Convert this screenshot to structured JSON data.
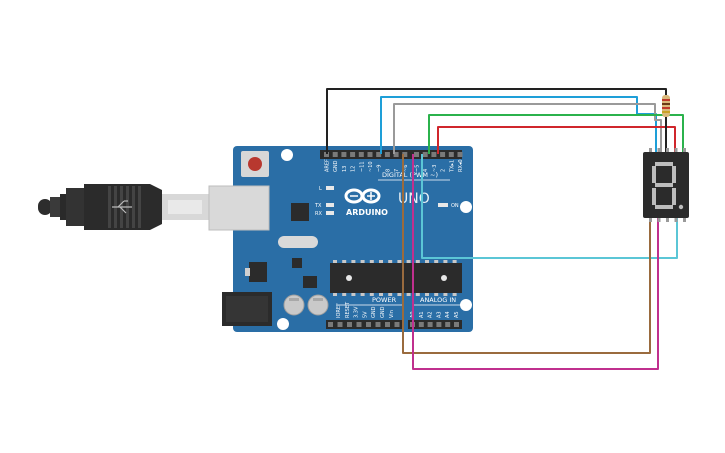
{
  "board": {
    "brand": "ARDUINO",
    "model": "UNO",
    "digital_header": "DIGITAL (PWM ~)",
    "power_header": "POWER",
    "analog_header": "ANALOG IN",
    "on_led_label": "ON",
    "tx_label": "TX",
    "rx_label": "RX",
    "l_label": "L",
    "digital_pins": [
      "AREF",
      "GND",
      "13",
      "12",
      "~11",
      "~10",
      "~9",
      "8",
      "7",
      "~6",
      "~5",
      "4",
      "~3",
      "2",
      "TX▸1",
      "RX◂0"
    ],
    "power_pins": [
      "IOREF",
      "RESET",
      "3.3V",
      "5V",
      "GND",
      "GND",
      "Vin"
    ],
    "analog_pins": [
      "A0",
      "A1",
      "A2",
      "A3",
      "A4",
      "A5"
    ]
  },
  "display": {
    "digit": "8."
  },
  "colors": {
    "board": "#2a6ea6",
    "wire_black": "#222222",
    "wire_blue": "#1e9fd8",
    "wire_gray": "#9a9a9a",
    "wire_green": "#2bb24c",
    "wire_red": "#d0262c",
    "wire_cyan": "#5bc6d6",
    "wire_brown": "#9a6b3e",
    "wire_magenta": "#c0308e"
  }
}
